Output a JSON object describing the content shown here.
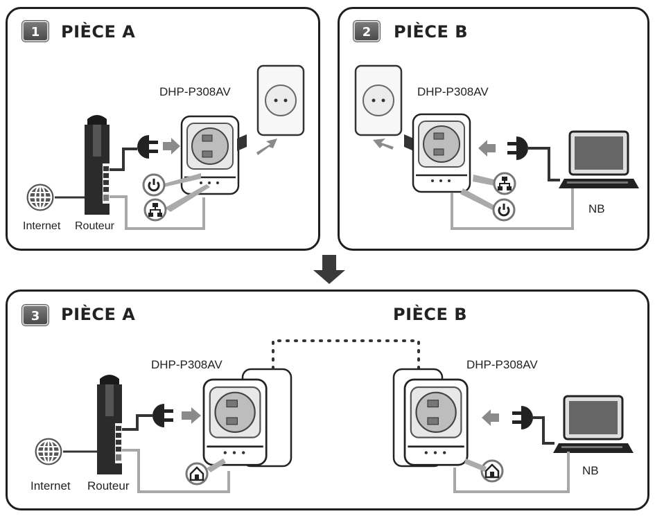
{
  "panels": {
    "step1": {
      "number": "1",
      "title": "PIÈCE A",
      "device": "DHP-P308AV",
      "internet": "Internet",
      "router": "Routeur"
    },
    "step2": {
      "number": "2",
      "title": "PIÈCE B",
      "device": "DHP-P308AV",
      "laptop": "NB"
    },
    "step3": {
      "number": "3",
      "title_a": "PIÈCE A",
      "title_b": "PIÈCE B",
      "device_a": "DHP-P308AV",
      "device_b": "DHP-P308AV",
      "internet": "Internet",
      "router": "Routeur",
      "laptop": "NB"
    }
  },
  "icons": [
    "power-icon",
    "network-icon",
    "home-icon",
    "globe-icon",
    "plug-icon",
    "arrow-down-icon"
  ],
  "colors": {
    "border": "#1e1e1e",
    "gray": "#8a8a8a",
    "cable": "#a8a8a8",
    "dark": "#333333"
  }
}
